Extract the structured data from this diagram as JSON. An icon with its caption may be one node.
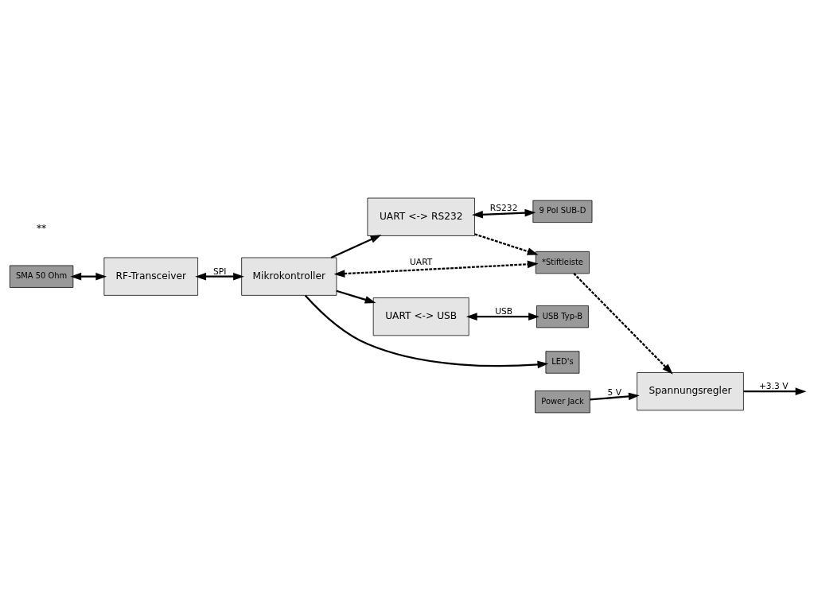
{
  "diagram": {
    "nodes": [
      {
        "text": [
          "SMA 50 Ohm"
        ]
      },
      {
        "text": [
          "RF-Transceiver"
        ]
      },
      {
        "text": [
          "Mikrokontroller"
        ]
      },
      {
        "text": [
          "UART <-> RS232"
        ]
      },
      {
        "text": [
          "UART <-> USB"
        ]
      },
      {
        "text": [
          "Spannungsregler"
        ]
      },
      {
        "text": [
          "9 Pol SUB-D"
        ]
      },
      {
        "text": [
          "*Stiftleiste"
        ]
      },
      {
        "text": [
          "USB Typ-B"
        ]
      },
      {
        "text": [
          "Power Jack"
        ]
      },
      {
        "text": [
          "LED's"
        ]
      }
    ],
    "edges": [
      {
        "from": 0,
        "to": 1,
        "arrow": "both"
      },
      {
        "from": 1,
        "to": 2,
        "arrow": "both",
        "label": "SPI"
      },
      {
        "from": 2,
        "to": 3,
        "arrow": "to"
      },
      {
        "from": 2,
        "to": 4,
        "arrow": "to"
      },
      {
        "from": 2,
        "to": 7,
        "arrow": "both",
        "label": "UART",
        "style": "dashed"
      },
      {
        "from": 3,
        "to": 6,
        "arrow": "both",
        "label": "RS232"
      },
      {
        "from": 3,
        "to": 7,
        "arrow": "to",
        "style": "dashed"
      },
      {
        "from": 7,
        "to": 5,
        "arrow": "to",
        "style": "dashed"
      },
      {
        "from": 4,
        "to": 8,
        "arrow": "both",
        "label": "USB"
      },
      {
        "from": 9,
        "to": 5,
        "arrow": "to",
        "label": "5 V"
      },
      {
        "from": 5,
        "to": null,
        "arrow": "to",
        "label": "+3.3 V"
      },
      {
        "from": 2,
        "to": 10,
        "arrow": "to"
      }
    ],
    "labels": [
      "**"
    ]
  }
}
